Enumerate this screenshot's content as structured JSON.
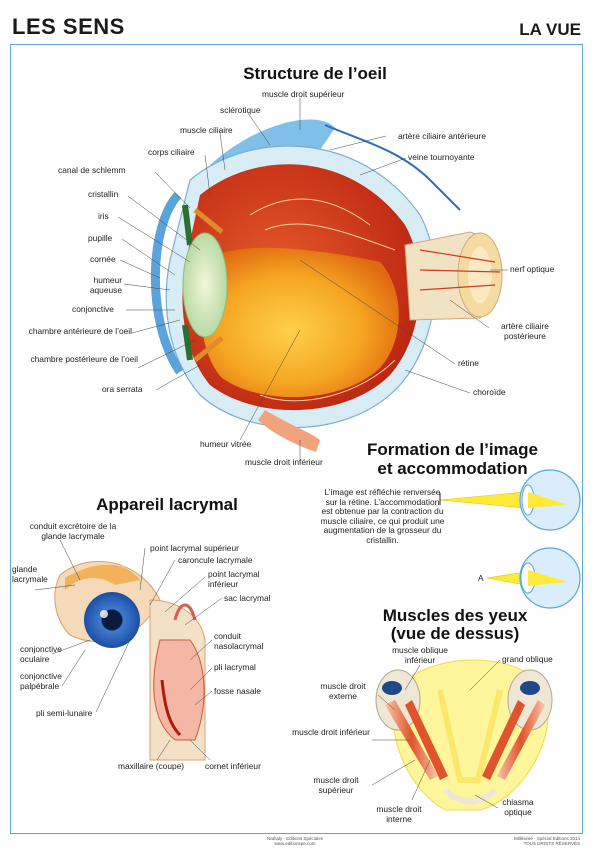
{
  "header": {
    "left": "LES SENS",
    "right": "LA VUE"
  },
  "structure": {
    "title": "Structure de l’oeil",
    "labels": {
      "droit_sup": "muscle droit supérieur",
      "sclerotique": "sclérotique",
      "ciliaire": "muscle ciliaire",
      "corps": "corps ciliaire",
      "schlemm": "canal de schlemm",
      "cristallin": "cristallin",
      "iris": "iris",
      "pupille": "pupille",
      "cornee": "cornée",
      "humeur_aq": "humeur aqueuse",
      "conjonctive": "conjonctive",
      "ch_ant": "chambre antérieure de l’oeil",
      "ch_post": "chambre postérieure de l’oeil",
      "ora": "ora serrata",
      "art_ant": "artère ciliaire antérieure",
      "veine": "veine tournoyante",
      "nerf": "nerf optique",
      "art_post": "artère ciliaire postérieure",
      "retine": "rétine",
      "choroide": "choroïde",
      "vitree": "humeur vitrée",
      "droit_inf": "muscle droit inférieur"
    }
  },
  "formation": {
    "title_1": "Formation de l’image",
    "title_2": "et accommodation",
    "text": "L’image est réfléchie renversée sur la rétine. L’accommodation est obtenue par la contraction du muscle ciliaire, ce qui produit une augmentation de la grosseur du cristallin.",
    "label_a": "A"
  },
  "lacrymal": {
    "title": "Appareil lacrymal",
    "labels": {
      "conduit_exc": "conduit excrétoire de la glande lacrymale",
      "point_sup": "point lacrymal supérieur",
      "caroncule": "caroncule lacrymale",
      "point_inf": "point lacrymal inférieur",
      "glande": "glande lacrymale",
      "sac": "sac lacrymal",
      "conj_oc": "conjonctive oculaire",
      "conduit_naso": "conduit nasolacrymal",
      "pli_lac": "pli lacrymal",
      "conj_palp": "conjonctive palpébrale",
      "fosse": "fosse nasale",
      "pli_semi": "pli semi-lunaire",
      "maxillaire": "maxillaire (coupe)",
      "cornet": "cornet inférieur"
    }
  },
  "muscles": {
    "title_1": "Muscles des yeux",
    "title_2": "(vue de dessus)",
    "labels": {
      "oblique_inf": "muscle oblique inférieur",
      "grand_oblique": "grand oblique",
      "droit_ext": "muscle droit externe",
      "droit_inf": "muscle droit inférieur",
      "droit_sup": "muscle droit supérieur",
      "droit_int": "muscle droit interne",
      "chiasma": "chiasma optique"
    }
  },
  "footer": {
    "center_1": "Nathaly - Editions Spéciales",
    "center_2": "www.editionspe.com",
    "right_1": "Millésimé · Spécial Editions 2014",
    "right_2": "TOUS DROITS RÉSERVÉS"
  }
}
